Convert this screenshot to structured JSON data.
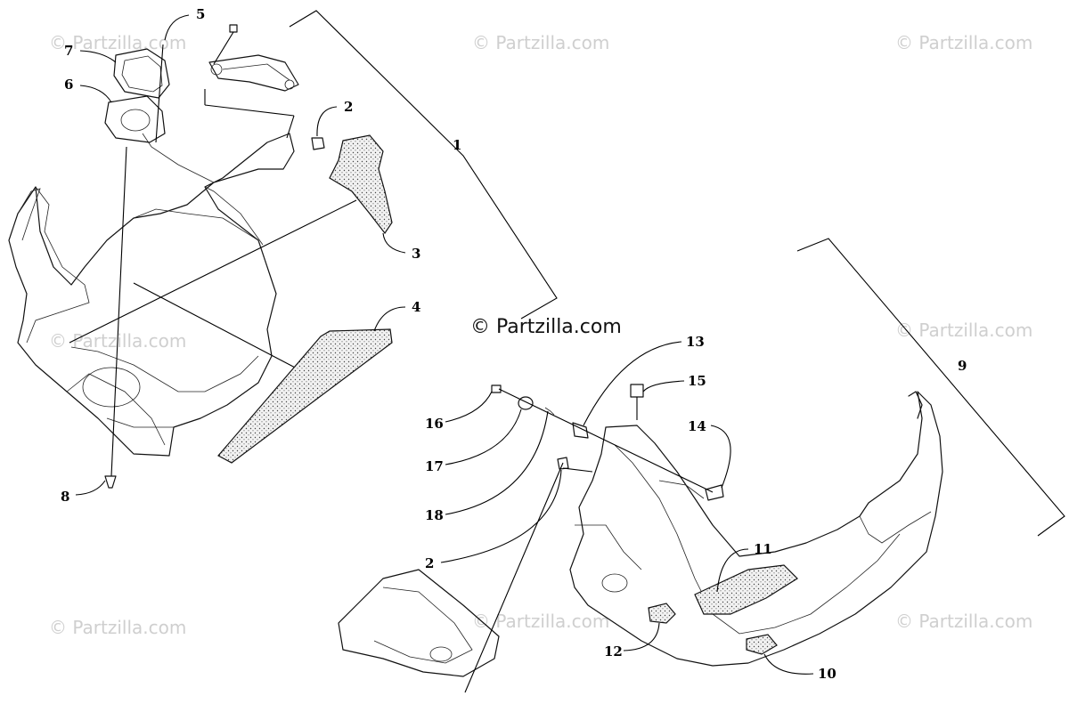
{
  "watermark": {
    "main_text": "© Partzilla.com",
    "tile_text": "© Partzilla.com"
  },
  "callouts": {
    "c1": "1",
    "c2a": "2",
    "c2b": "2",
    "c3": "3",
    "c4": "4",
    "c5": "5",
    "c6": "6",
    "c7": "7",
    "c8": "8",
    "c9": "9",
    "c10": "10",
    "c11": "11",
    "c12": "12",
    "c13": "13",
    "c14": "14",
    "c15": "15",
    "c16": "16",
    "c17": "17",
    "c18": "18"
  },
  "colors": {
    "line": "#111111",
    "watermark": "#cfcfcf",
    "background": "#ffffff"
  }
}
